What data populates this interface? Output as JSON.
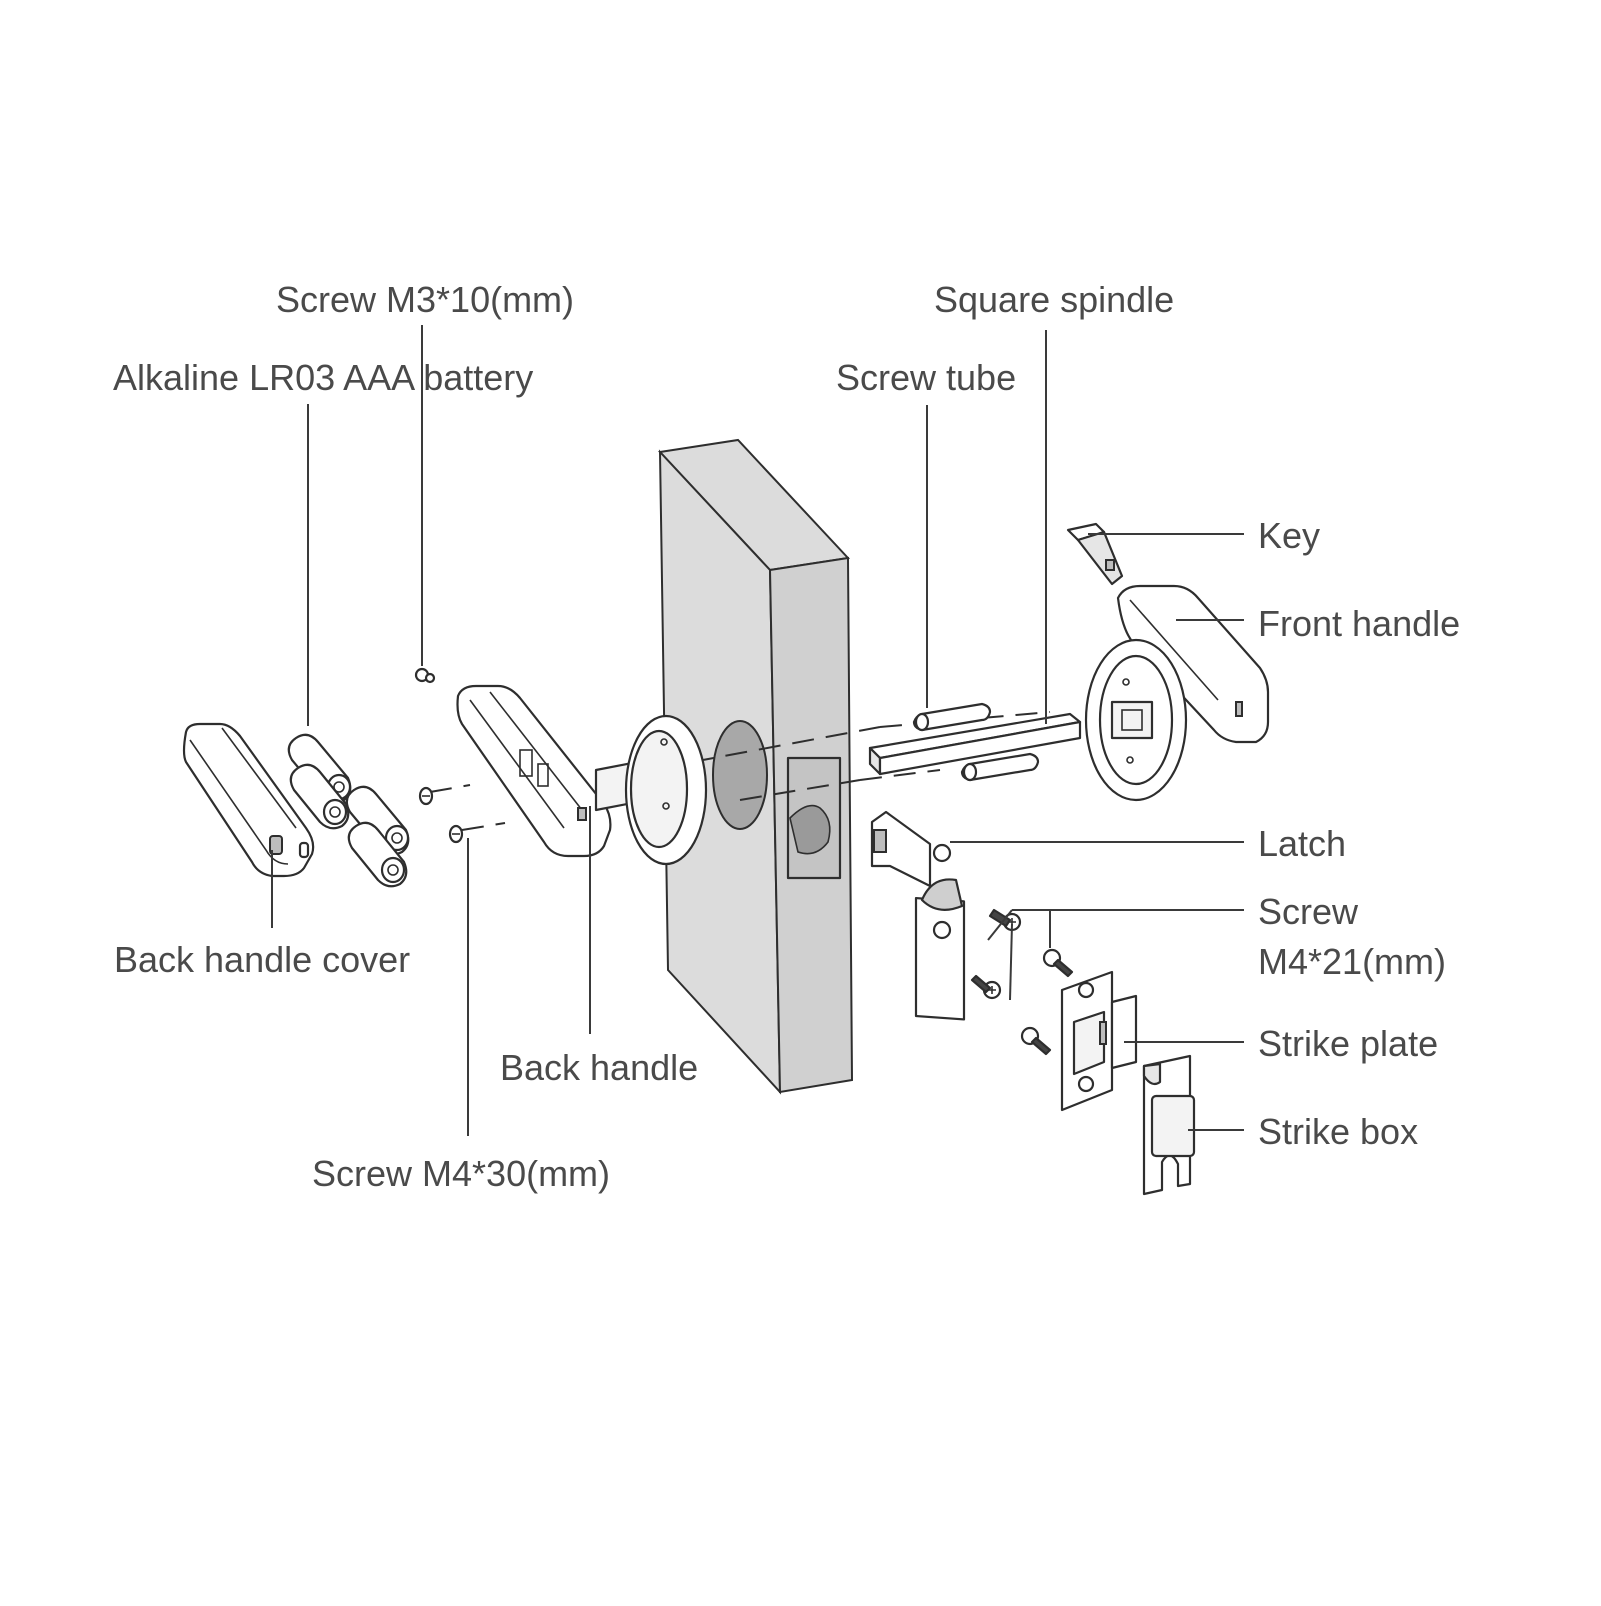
{
  "labels": {
    "screw_m3": "Screw M3*10(mm)",
    "battery": "Alkaline LR03 AAA battery",
    "square_spindle": "Square spindle",
    "screw_tube": "Screw tube",
    "key": "Key",
    "front_handle": "Front handle",
    "latch": "Latch",
    "screw_m4_21_line1": "Screw",
    "screw_m4_21_line2": "M4*21(mm)",
    "strike_plate": "Strike plate",
    "strike_box": "Strike box",
    "back_handle_cover": "Back handle cover",
    "back_handle": "Back handle",
    "screw_m4_30": "Screw M4*30(mm)"
  }
}
